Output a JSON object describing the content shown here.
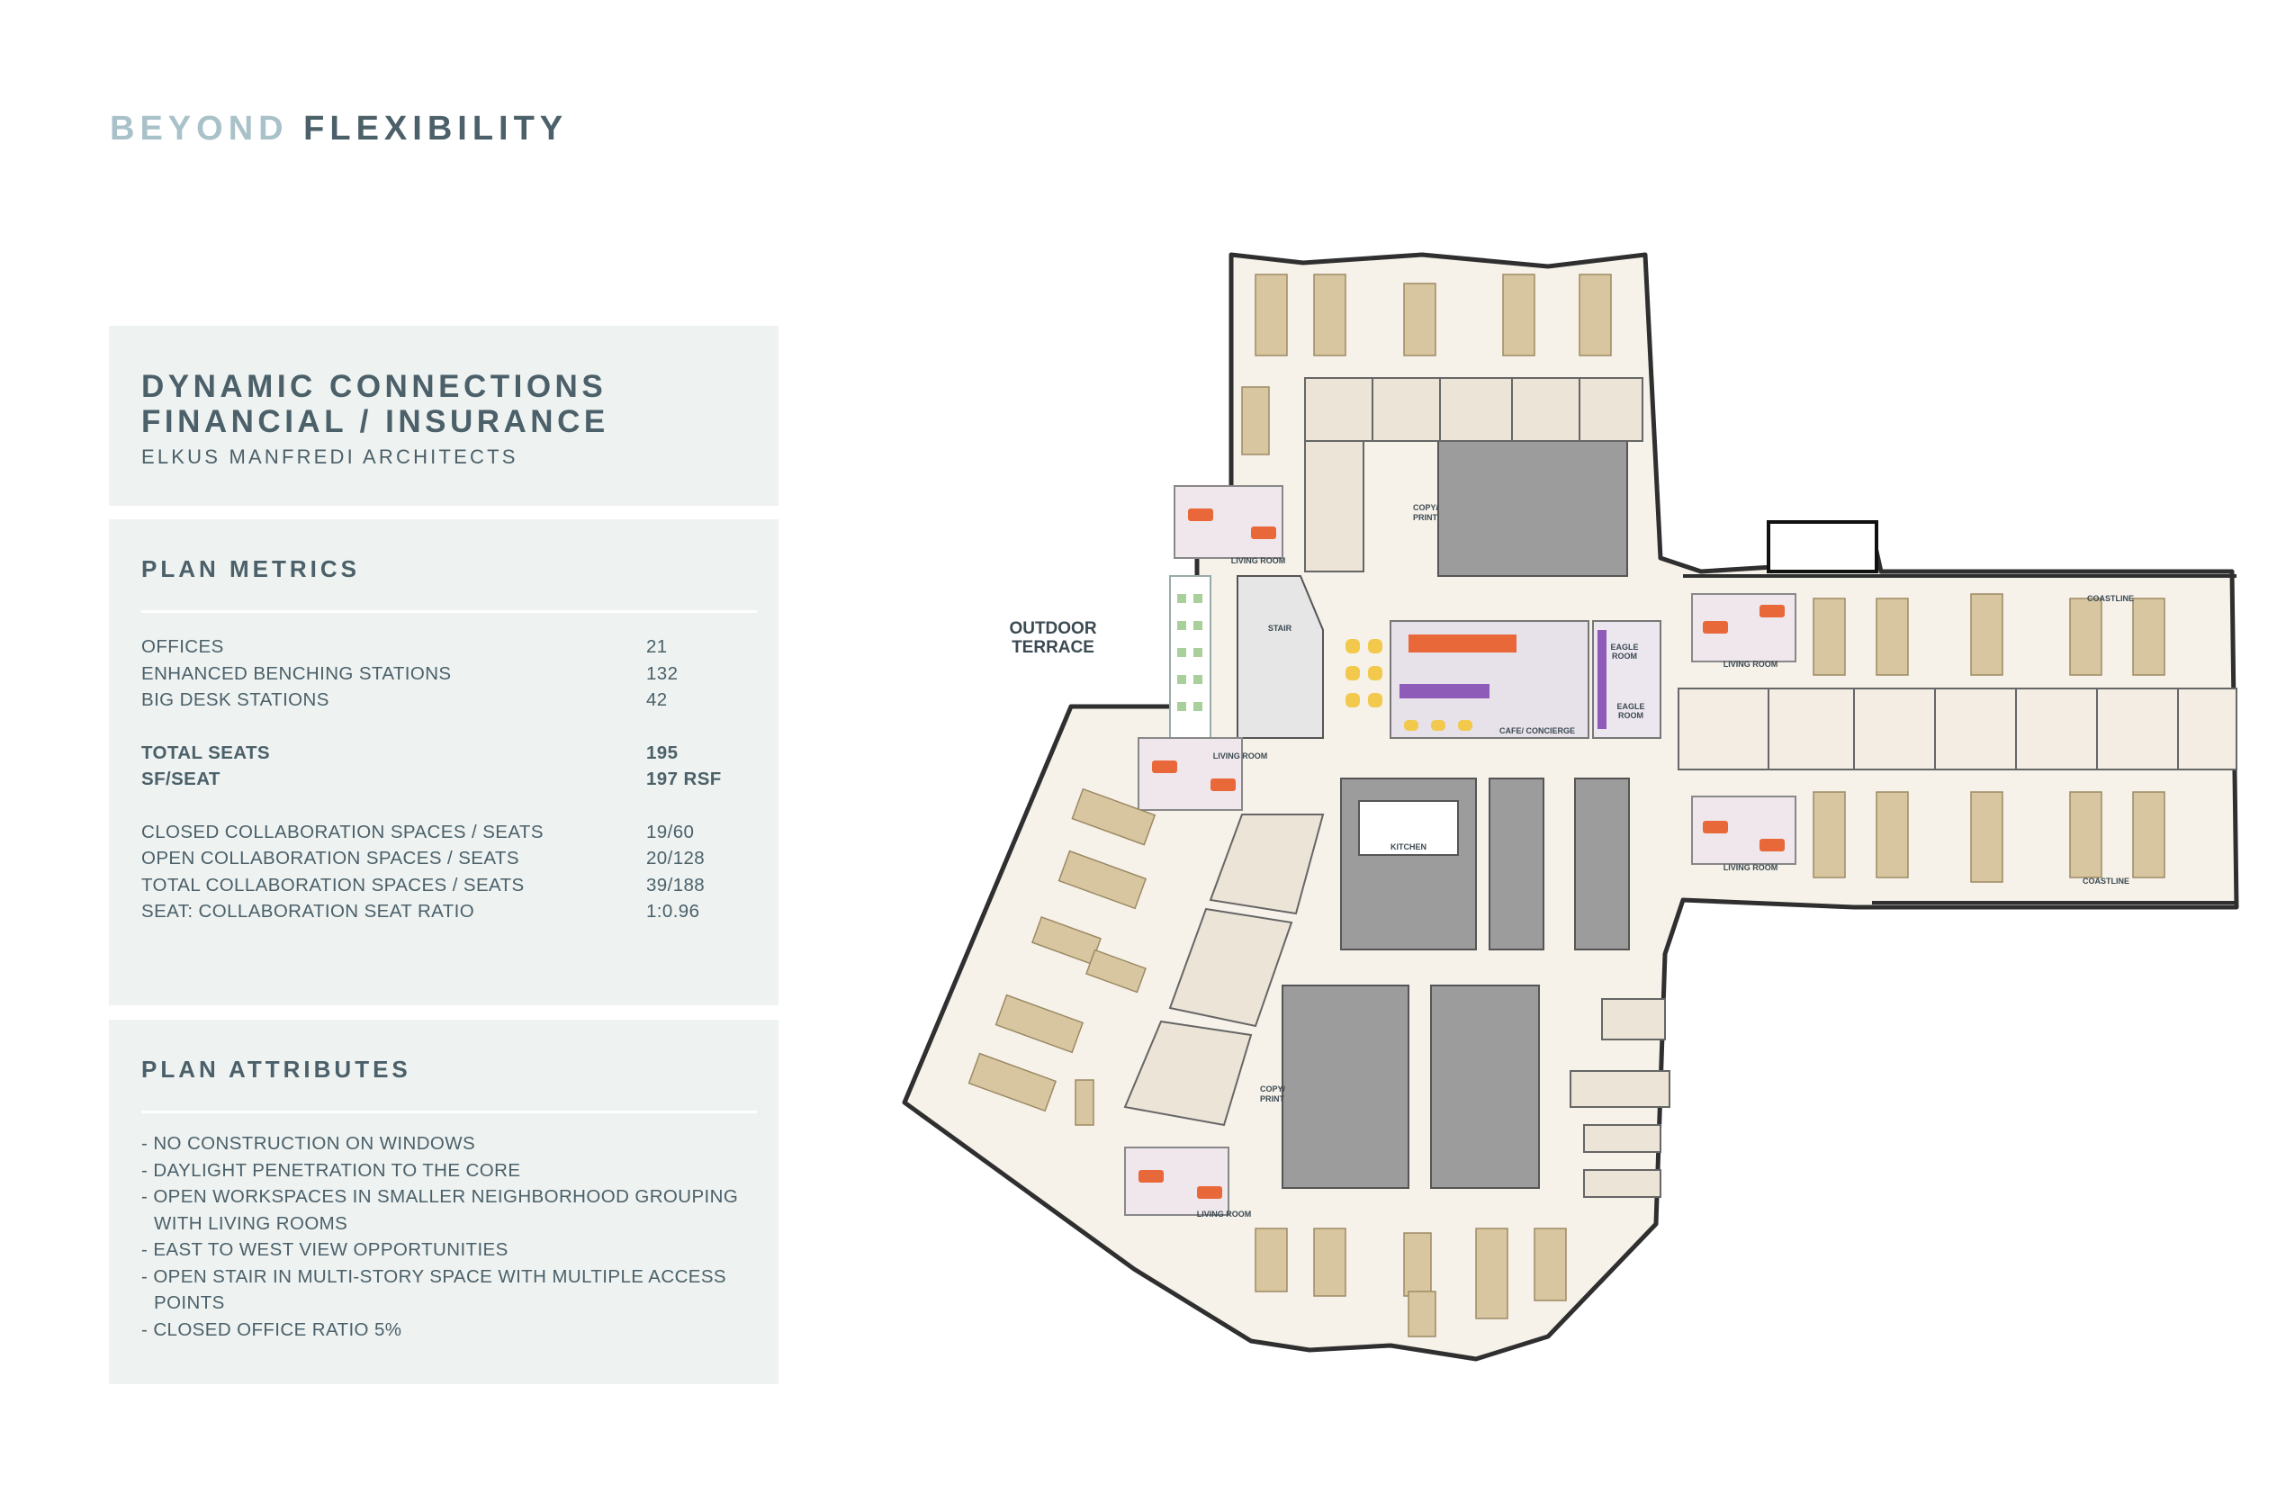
{
  "header": {
    "title_word1": "BEYOND",
    "title_word2": "FLEXIBILITY"
  },
  "project": {
    "line1": "DYNAMIC CONNECTIONS",
    "line2": "FINANCIAL / INSURANCE",
    "architect": "ELKUS MANFREDI ARCHITECTS"
  },
  "metrics": {
    "title": "PLAN METRICS",
    "group1": [
      {
        "label": "OFFICES",
        "value": "21"
      },
      {
        "label": "ENHANCED BENCHING STATIONS",
        "value": "132"
      },
      {
        "label": "BIG DESK STATIONS",
        "value": "42"
      }
    ],
    "group2": [
      {
        "label": "TOTAL SEATS",
        "value": "195"
      },
      {
        "label": "SF/SEAT",
        "value": "197 RSF"
      }
    ],
    "group3": [
      {
        "label": "CLOSED COLLABORATION SPACES / SEATS",
        "value": "19/60"
      },
      {
        "label": "OPEN COLLABORATION SPACES / SEATS",
        "value": "20/128"
      },
      {
        "label": "TOTAL COLLABORATION SPACES / SEATS",
        "value": "39/188"
      },
      {
        "label": "SEAT: COLLABORATION SEAT RATIO",
        "value": "1:0.96"
      }
    ]
  },
  "attributes": {
    "title": "PLAN ATTRIBUTES",
    "items": [
      "- NO CONSTRUCTION ON WINDOWS",
      "- DAYLIGHT PENETRATION TO THE CORE",
      "- OPEN WORKSPACES IN SMALLER NEIGHBORHOOD GROUPING WITH LIVING ROOMS",
      "- EAST TO WEST VIEW OPPORTUNITIES",
      "- OPEN STAIR IN MULTI-STORY SPACE WITH MULTIPLE ACCESS POINTS",
      "- CLOSED OFFICE RATIO 5%"
    ]
  },
  "plan": {
    "outdoor_terrace": [
      "OUTDOOR",
      "TERRACE"
    ],
    "living_room": "LIVING ROOM",
    "coastline": "COASTLINE",
    "copy_print": [
      "COPY/",
      "PRINT"
    ],
    "stair": "STAIR",
    "kitchen": "KITCHEN",
    "cafe": "CAFE/ CONCIERGE",
    "eagle_room": [
      "EAGLE",
      "ROOM"
    ]
  },
  "colors": {
    "accent_light": "#a9c1c8",
    "accent_dark": "#4b6069",
    "panel_bg": "#eef2f1",
    "core_gray": "#9a9a9a",
    "desk_tan": "#d8c6a0",
    "lounge_orange": "#e8683a",
    "lounge_yellow": "#f2c94c",
    "purple": "#8e5bb8"
  }
}
